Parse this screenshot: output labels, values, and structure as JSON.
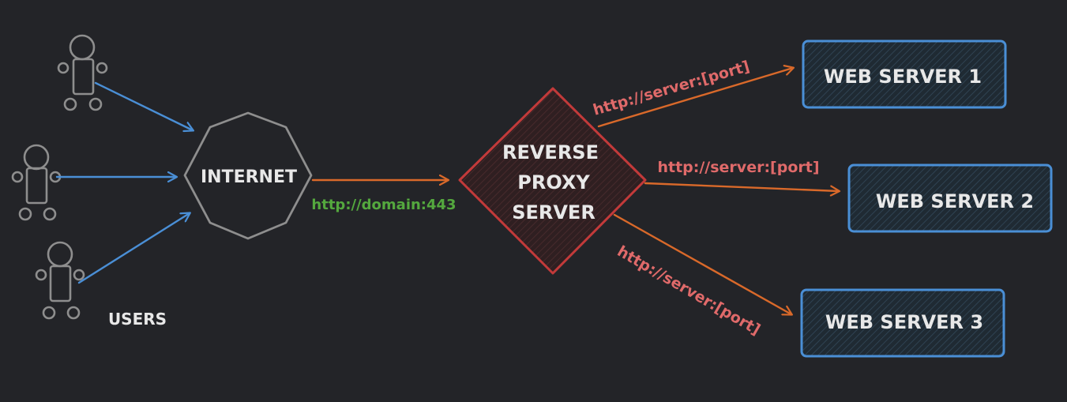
{
  "nodes": {
    "users_label": "USERS",
    "internet": "INTERNET",
    "proxy": [
      "REVERSE",
      "PROXY",
      "SERVER"
    ],
    "web_servers": [
      "WEB SERVER 1",
      "WEB SERVER 2",
      "WEB SERVER 3"
    ]
  },
  "edges": {
    "domain_label": "http://domain:443",
    "server_labels": [
      "http://server:[port]",
      "http://server:[port]",
      "http://server:[port]"
    ]
  },
  "colors": {
    "background": "#232428",
    "user_outline": "#8e8e8e",
    "user_arrow": "#4a8fd6",
    "internet_outline": "#8e8e8e",
    "orange_arrow": "#d9692a",
    "green_text": "#54a83e",
    "red_text": "#e06a6a",
    "proxy_outline": "#c23a3a",
    "proxy_fill": "#3b2426",
    "server_outline": "#4a8fd6",
    "server_fill": "#243440",
    "light_text": "#e8e8e8"
  }
}
